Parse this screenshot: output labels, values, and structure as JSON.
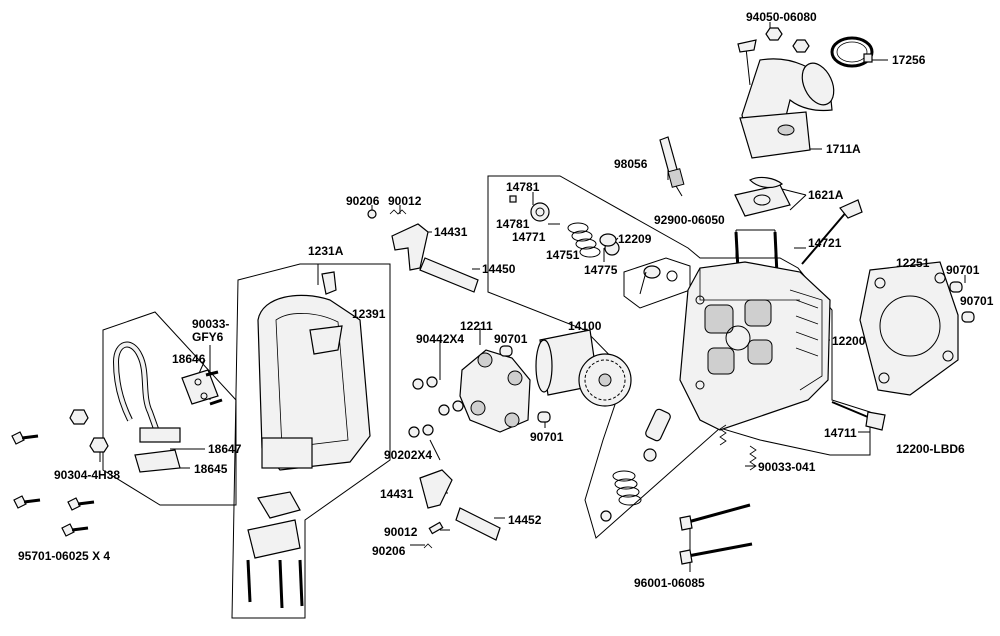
{
  "diagram": {
    "colors": {
      "line": "#000000",
      "background": "#ffffff",
      "part_fill": "#f2f2f2",
      "part_shade": "#cfcfcf"
    },
    "labels": {
      "p94050": "94050-06080",
      "p17256": "17256",
      "p1711a": "1711A",
      "p98056": "98056",
      "p1621a": "1621A",
      "p14781a": "14781",
      "p14781b": "14781",
      "p14771": "14771",
      "p14751": "14751",
      "p14775": "14775",
      "p12209": "12209",
      "p92900": "92900-06050",
      "p14721": "14721",
      "p12251": "12251",
      "p90701a": "90701",
      "p90701b": "90701",
      "p90206a": "90206",
      "p90012a": "90012",
      "p14431a": "14431",
      "p14450": "14450",
      "p1231a": "1231A",
      "p12391": "12391",
      "p90033gfy6_1": "90033-",
      "p90033gfy6_2": "GFY6",
      "p18646": "18646",
      "p90442x4": "90442X4",
      "p12211": "12211",
      "p90701c": "90701",
      "p14100": "14100",
      "p12200": "12200",
      "p18647": "18647",
      "p18645": "18645",
      "p90304": "90304-4H38",
      "p90701d": "90701",
      "p90202x4": "90202X4",
      "p14711": "14711",
      "p12200lbd6": "12200-LBD6",
      "p90033041": "90033-041",
      "p14431b": "14431",
      "p14452": "14452",
      "p90012b": "90012",
      "p90206b": "90206",
      "p95701": "95701-06025 X 4",
      "p96001": "96001-06085"
    }
  }
}
